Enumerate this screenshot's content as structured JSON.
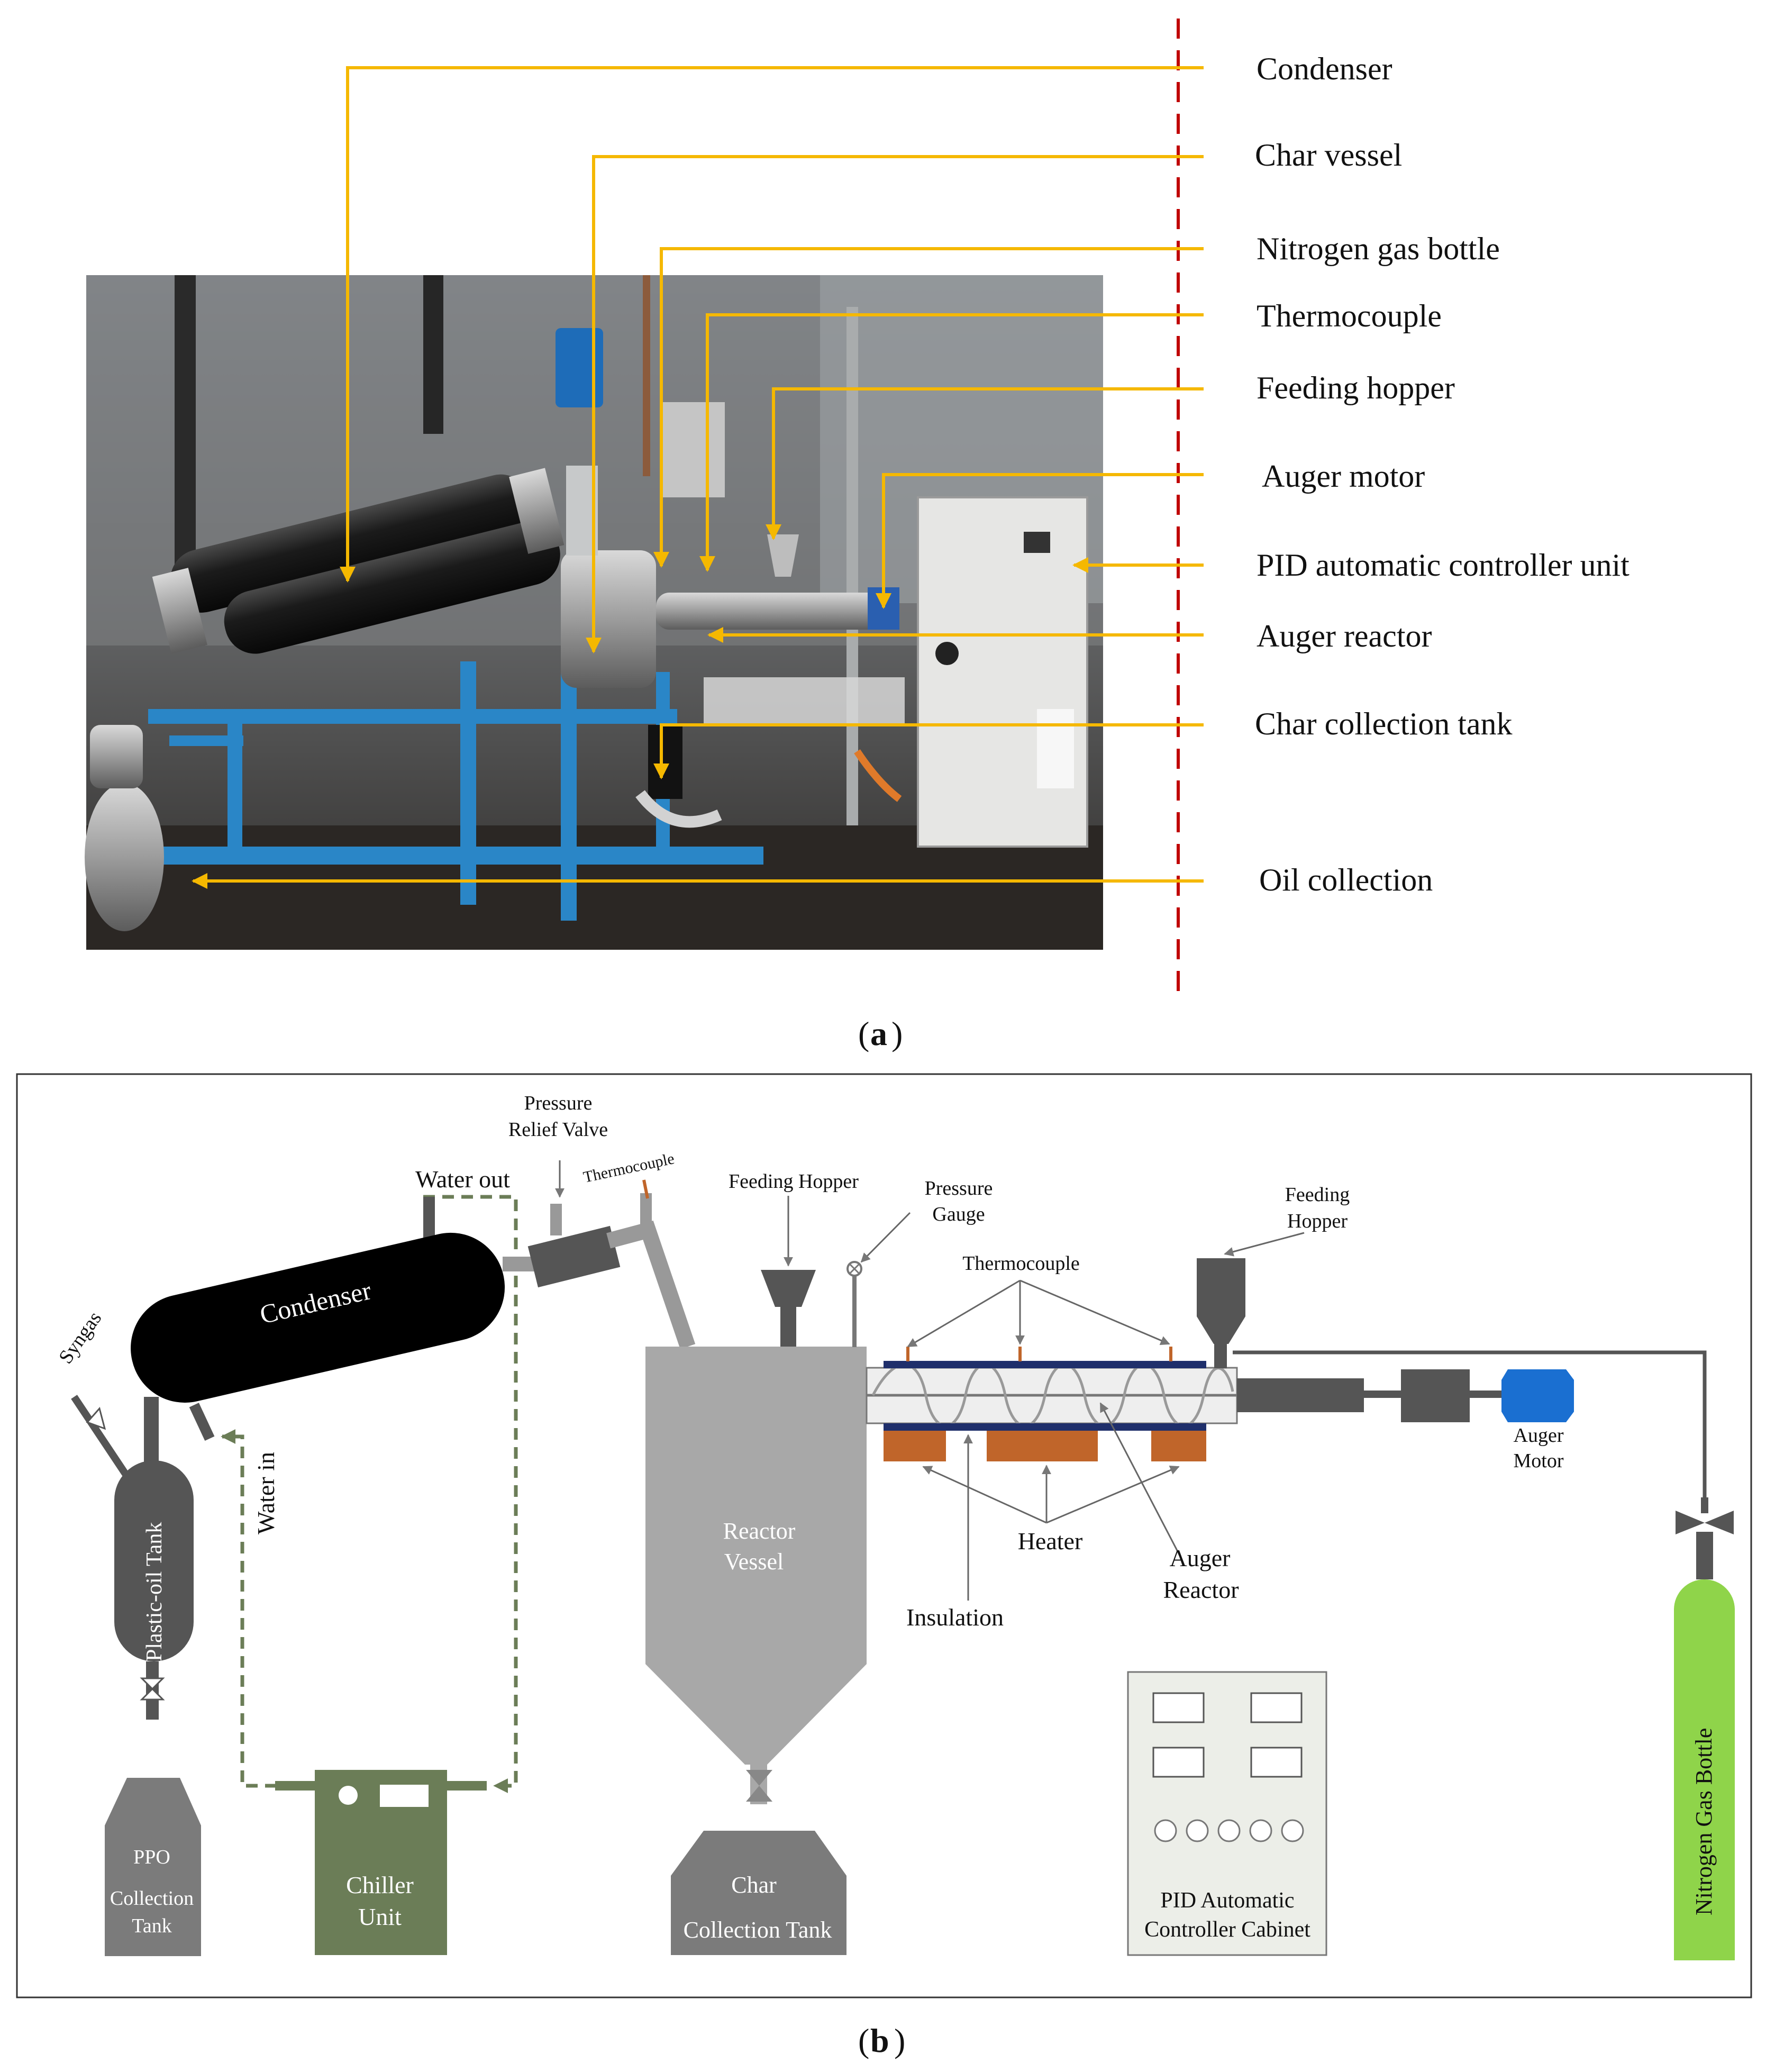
{
  "panel_a": {
    "caption_letter": "a",
    "labels": [
      "Condenser",
      "Char vessel",
      "Nitrogen gas bottle",
      "Thermocouple",
      "Feeding hopper",
      "Auger motor",
      "PID automatic controller unit",
      "Auger reactor",
      "Char collection tank",
      "Oil collection"
    ]
  },
  "panel_b": {
    "caption_letter": "b",
    "pressure_relief_valve": [
      "Pressure",
      "Relief Valve"
    ],
    "water_out": "Water out",
    "water_in": "Water in",
    "thermocouple_small": "Thermocouple",
    "feeding_hopper_1": "Feeding Hopper",
    "pressure_gauge": [
      "Pressure",
      "Gauge"
    ],
    "feeding_hopper_2": [
      "Feeding",
      "Hopper"
    ],
    "thermocouple": "Thermocouple",
    "syngas": "Syngas",
    "condenser": "Condenser",
    "plastic_oil_tank": "Plastic-oil Tank",
    "reactor_vessel": [
      "Reactor",
      "Vessel"
    ],
    "auger_motor": [
      "Auger",
      "Motor"
    ],
    "heater": "Heater",
    "auger_reactor": [
      "Auger",
      "Reactor"
    ],
    "insulation": "Insulation",
    "nitrogen_gas_bottle": "Nitrogen Gas Bottle",
    "ppo_tank": [
      "PPO",
      "Collection",
      "Tank"
    ],
    "chiller_unit": [
      "Chiller",
      "Unit"
    ],
    "char_tank": [
      "Char",
      "Collection Tank"
    ],
    "pid_cabinet": [
      "PID Automatic",
      "Controller Cabinet"
    ]
  },
  "colors": {
    "leader": "#f5b800",
    "divider": "#c00000",
    "water_loop": "#6b7d57",
    "chiller": "#6b7d57",
    "heater": "#c0652a",
    "insulation": "#1f2f6b",
    "motor": "#1a6fd1",
    "nitrogen": "#8fd44a",
    "reactor": "#a8a8a8"
  }
}
